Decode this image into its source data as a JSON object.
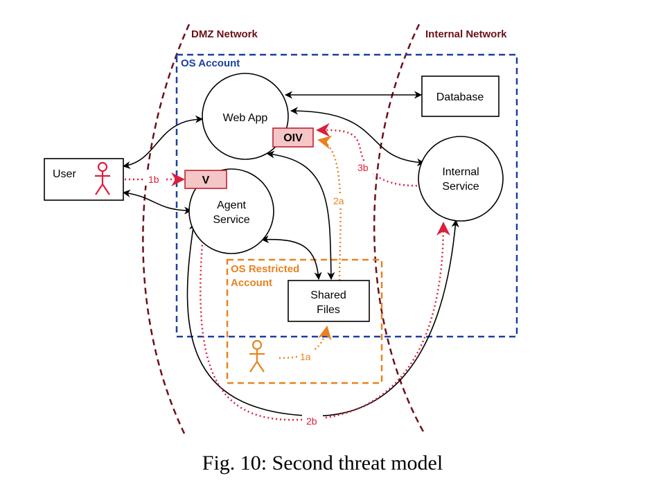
{
  "zones": {
    "dmz": "DMZ Network",
    "internal": "Internal Network",
    "os_account": "OS Account",
    "restricted_line1": "OS Restricted",
    "restricted_line2": "Account"
  },
  "nodes": {
    "user": "User",
    "web_app": "Web App",
    "agent_line1": "Agent",
    "agent_line2": "Service",
    "database": "Database",
    "internal_line1": "Internal",
    "internal_line2": "Service",
    "shared_line1": "Shared",
    "shared_line2": "Files",
    "oiv": "OIV",
    "v": "V"
  },
  "steps": {
    "s1a": "1a",
    "s1b": "1b",
    "s2a": "2a",
    "s2b": "2b",
    "s3b": "3b"
  },
  "caption": "Fig. 10: Second threat model",
  "colors": {
    "dmz_boundary": "#6b0f1a",
    "os_account": "#1a3fa0",
    "restricted": "#e8821e",
    "attack": "#dc1e3c",
    "vuln_fill": "#f4c6c6",
    "vuln_stroke": "#c02030"
  }
}
